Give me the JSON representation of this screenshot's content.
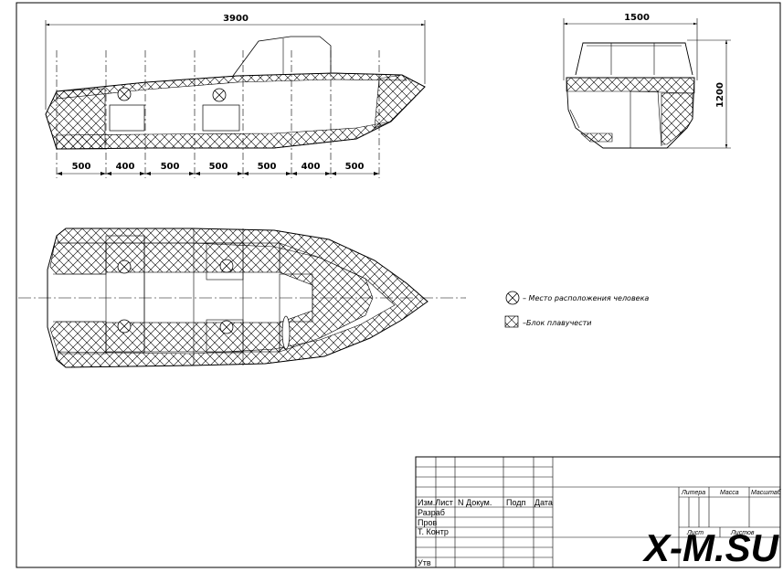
{
  "dimensions": {
    "overall_length": "3900",
    "section_spacing": [
      "500",
      "400",
      "500",
      "500",
      "500",
      "400",
      "500"
    ],
    "width": "1500",
    "height": "1200"
  },
  "legend": {
    "person_position": "– Место расположения человека",
    "buoyancy_block": "–Блок плавучести"
  },
  "title_block": {
    "izm_list": "Изм.Лист",
    "n_dokum": "N  Докум.",
    "podp": "Подп",
    "data": "Дата",
    "razrab": "Разраб",
    "prov": "Пров",
    "t_kontr": "Т. Контр",
    "utv": "Утв",
    "litera": "Литера",
    "massa": "Масса",
    "masshtab": "Масштаб",
    "list": "Лист",
    "listov": "Листов"
  },
  "watermark": "X-M.SU"
}
